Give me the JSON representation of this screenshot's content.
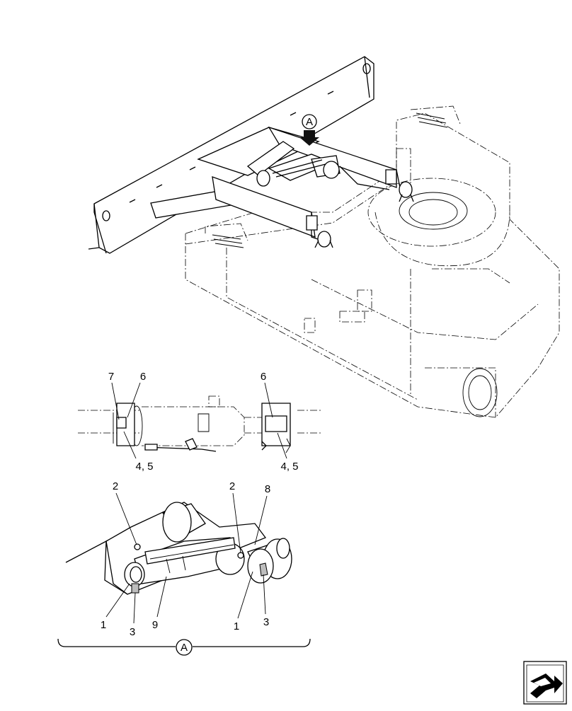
{
  "view_marker": "A",
  "detail_top_labels": {
    "left_upper_a": "7",
    "left_upper_b": "6",
    "left_lower": "4, 5",
    "right_upper": "6",
    "right_lower": "4, 5"
  },
  "detail_bottom_labels": {
    "left_top": "2",
    "left_bottom_a": "1",
    "left_bottom_b": "3",
    "middle_bottom": "9",
    "right_top_a": "2",
    "right_top_b": "8",
    "right_bottom_a": "1",
    "right_bottom_b": "3"
  },
  "nav_icon": "next-page-arrow-icon"
}
